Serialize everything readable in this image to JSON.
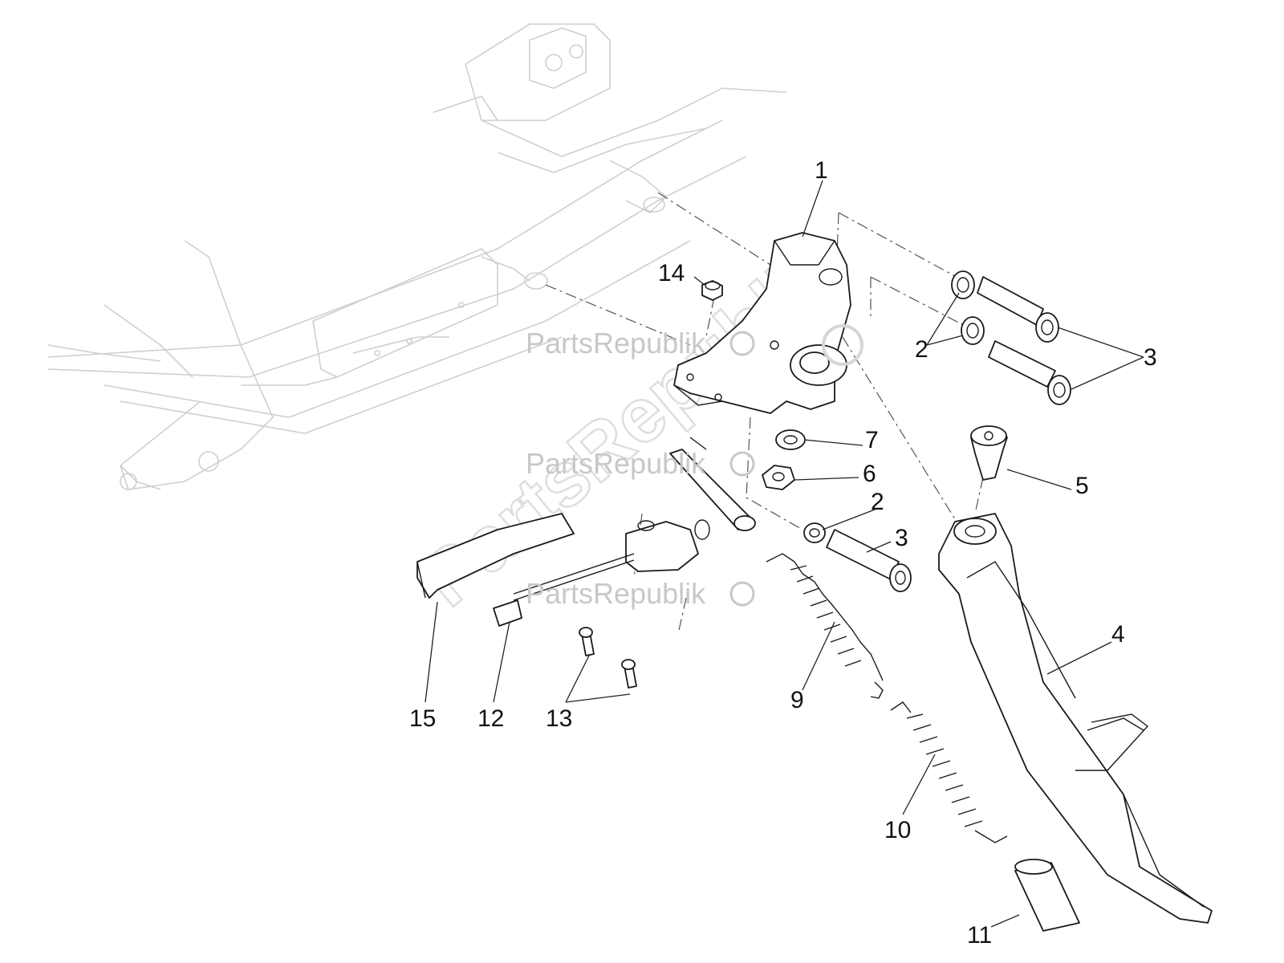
{
  "watermark": {
    "text": "PartsRepublik",
    "diagonal_text": "PartsRepublik"
  },
  "callouts": [
    {
      "id": "1",
      "label": "1"
    },
    {
      "id": "2a",
      "label": "2"
    },
    {
      "id": "2b",
      "label": "2"
    },
    {
      "id": "3a",
      "label": "3"
    },
    {
      "id": "3b",
      "label": "3"
    },
    {
      "id": "4",
      "label": "4"
    },
    {
      "id": "5",
      "label": "5"
    },
    {
      "id": "6",
      "label": "6"
    },
    {
      "id": "7",
      "label": "7"
    },
    {
      "id": "9",
      "label": "9"
    },
    {
      "id": "10",
      "label": "10"
    },
    {
      "id": "11",
      "label": "11"
    },
    {
      "id": "12",
      "label": "12"
    },
    {
      "id": "13",
      "label": "13"
    },
    {
      "id": "14",
      "label": "14"
    },
    {
      "id": "15",
      "label": "15"
    }
  ]
}
